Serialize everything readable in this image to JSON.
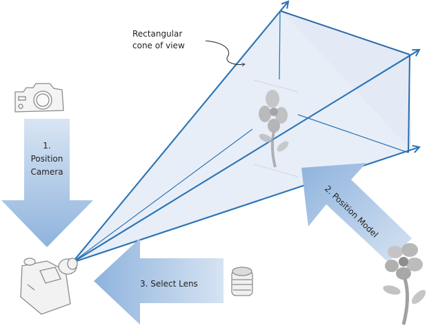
{
  "colors": {
    "cone_fill": "#e8eef8",
    "cone_stroke": "#2e75b6",
    "arrow_dark": "#8fb3dd",
    "arrow_light": "#d6e3f2",
    "sketch": "#8a8a8a",
    "text": "#222222"
  },
  "cone_label": {
    "line1": "Rectangular",
    "line2": "cone of view"
  },
  "steps": [
    {
      "number_label": "1.",
      "line1": "Position",
      "line2": "Camera"
    },
    {
      "label": "2. Position Model"
    },
    {
      "label": "3. Select Lens"
    }
  ],
  "icons": {
    "camera_top": "camera-sketch",
    "camera_bottom": "camera-with-lens-sketch",
    "lens": "lens-sketch",
    "model_flower": "flower-sketch",
    "projected_flower": "flower-sketch-faded"
  }
}
